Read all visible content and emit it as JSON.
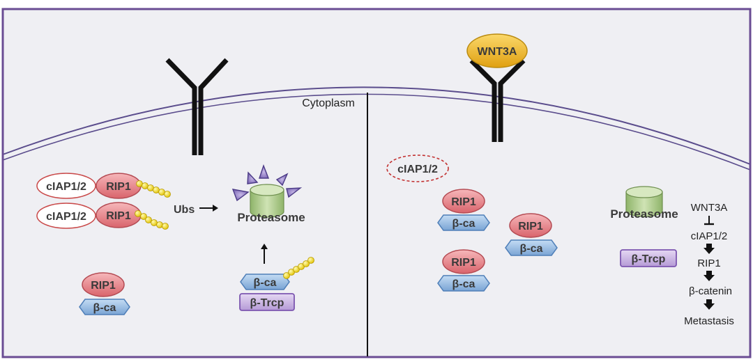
{
  "labels": {
    "cytoplasm": "Cytoplasm",
    "wnt3a": "WNT3A",
    "ciap": "cIAP1/2",
    "rip1": "RIP1",
    "bca": "β-ca",
    "btrcp": "β-Trcp",
    "proteasome": "Proteasome",
    "ubs": "Ubs"
  },
  "pathway": {
    "steps": [
      "WNT3A",
      "cIAP1/2",
      "RIP1",
      "β-catenin",
      "Metastasis"
    ],
    "first_link": "⊥",
    "link": "🡇"
  },
  "colors": {
    "background": "#efeff3",
    "border": "#6a4c93",
    "membrane": "#5a4c8c",
    "rip1_fill": "#e8898f",
    "bca_fill": "#8fb5df",
    "btrcp_fill": "#c9b3e2",
    "ubiquitin": "#f0d81a",
    "proteasome": "#a8c785",
    "wnt3a_fill": "#f0b52a",
    "ciap_dashed": "#c23030"
  }
}
